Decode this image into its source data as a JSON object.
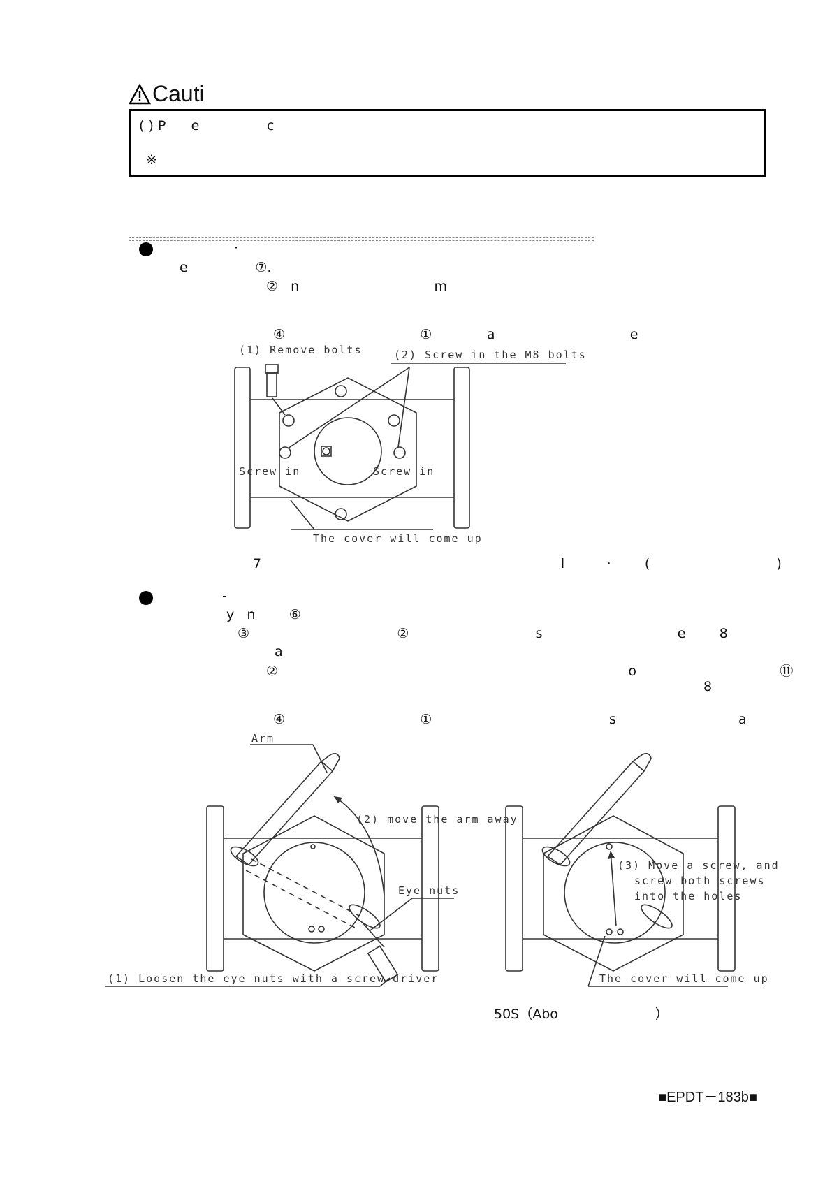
{
  "caution": {
    "title": "Cauti",
    "line1": "( ) P      e                c",
    "line2": "※"
  },
  "section1": {
    "bullet_text": "·",
    "line1": "e                ⑦.",
    "line2": "②   n                                m",
    "line3": "④                                ①             a                                e",
    "caption": "7                                                                       l          ·        (                              )",
    "fig": {
      "label_remove": "(1) Remove bolts",
      "label_screw": "(2) Screw in the M8 bolts",
      "label_screw_in_left": "Screw in",
      "label_screw_in_right": "Screw in",
      "label_cover": "The cover will come up"
    }
  },
  "section2": {
    "bullet_text": "-",
    "line1": "y   n        ⑥",
    "line2": "③                                   ②                              s                                e        8",
    "line3": "a",
    "line4": "②                                                                                   o                                  ⑪",
    "line5": "8",
    "line6": "④                                ①                                          s                             a",
    "caption": "50S（Abo                       ）",
    "fig": {
      "label_arm": "Arm",
      "label_move_arm": "(2) move the arm away",
      "label_eye_nuts": "Eye nuts",
      "label_loosen": "(1) Loosen the eye nuts with a screw driver",
      "label_move_screw_1": "(3) Move a screw,  and",
      "label_move_screw_2": "screw both screws",
      "label_move_screw_3": "into the holes",
      "label_cover": "The cover will come up"
    }
  },
  "footer": {
    "code": "■EPDT－183b■"
  }
}
